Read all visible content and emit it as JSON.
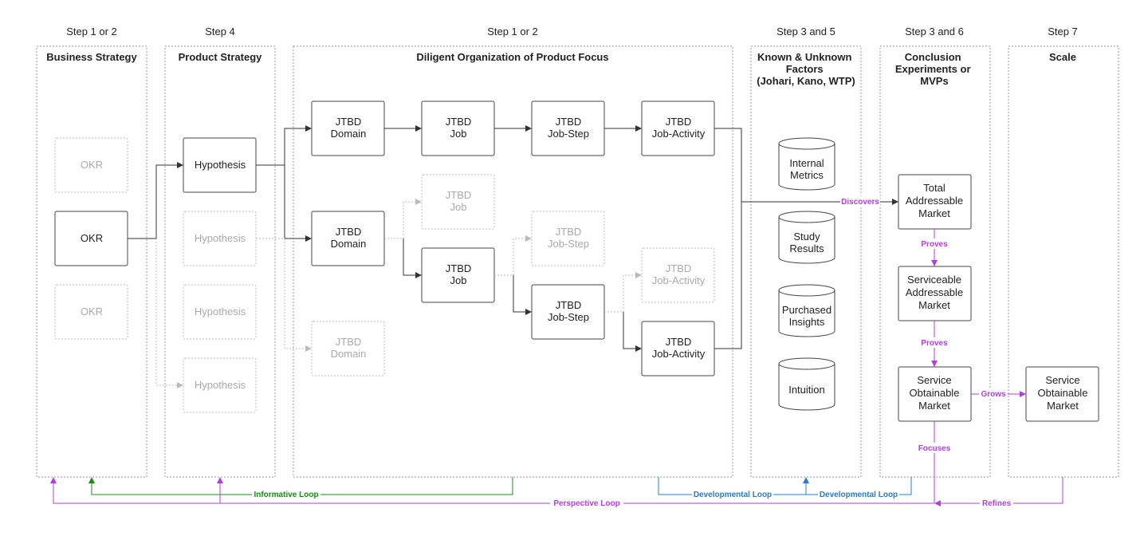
{
  "steps": {
    "s1": "Step 1 or 2",
    "s2": "Step 4",
    "s3": "Step 1 or 2",
    "s4": "Step 3 and 5",
    "s5": "Step 3 and 6",
    "s6": "Step 7"
  },
  "columns": {
    "business": "Business Strategy",
    "product": "Product Strategy",
    "diligent": "Diligent Organization of Product Focus",
    "known": [
      "Known & Unknown",
      "Factors",
      "(Johari, Kano, WTP)"
    ],
    "conclusion": [
      "Conclusion",
      "Experiments or",
      "MVPs"
    ],
    "scale": "Scale"
  },
  "business": {
    "okr_top": "OKR",
    "okr_mid": "OKR",
    "okr_bot": "OKR"
  },
  "product": {
    "h1": "Hypothesis",
    "h2": "Hypothesis",
    "h3": "Hypothesis",
    "h4": "Hypothesis"
  },
  "jtbd": {
    "r1": [
      [
        "JTBD",
        "Domain"
      ],
      [
        "JTBD",
        "Job"
      ],
      [
        "JTBD",
        "Job-Step"
      ],
      [
        "JTBD",
        "Job-Activity"
      ]
    ],
    "r2_job_faint": [
      "JTBD",
      "Job"
    ],
    "r2_domain": [
      "JTBD",
      "Domain"
    ],
    "r2_step_faint": [
      "JTBD",
      "Job-Step"
    ],
    "r3_job": [
      "JTBD",
      "Job"
    ],
    "r3_act_faint": [
      "JTBD",
      "Job-Activity"
    ],
    "r4_step": [
      "JTBD",
      "Job-Step"
    ],
    "r5_domain_faint": [
      "JTBD",
      "Domain"
    ],
    "r5_act": [
      "JTBD",
      "Job-Activity"
    ]
  },
  "factors": [
    [
      "Internal",
      "Metrics"
    ],
    [
      "Study",
      "Results"
    ],
    [
      "Purchased",
      "Insights"
    ],
    [
      "Intuition"
    ]
  ],
  "conclusion": {
    "tam": [
      "Total",
      "Addressable",
      "Market"
    ],
    "sam": [
      "Serviceable",
      "Addressable",
      "Market"
    ],
    "som": [
      "Service",
      "Obtainable",
      "Market"
    ]
  },
  "scale": {
    "som": [
      "Service",
      "Obtainable",
      "Market"
    ]
  },
  "labels": {
    "discovers": "Discovers",
    "proves1": "Proves",
    "proves2": "Proves",
    "grows": "Grows",
    "focuses": "Focuses",
    "informative": "Informative Loop",
    "developmental1": "Developmental Loop",
    "developmental2": "Developmental Loop",
    "perspective": "Perspective Loop",
    "refines": "Refines"
  },
  "colors": {
    "purple": "#b23ee0",
    "green": "#1a8a1a",
    "blue": "#2a7cc7"
  }
}
